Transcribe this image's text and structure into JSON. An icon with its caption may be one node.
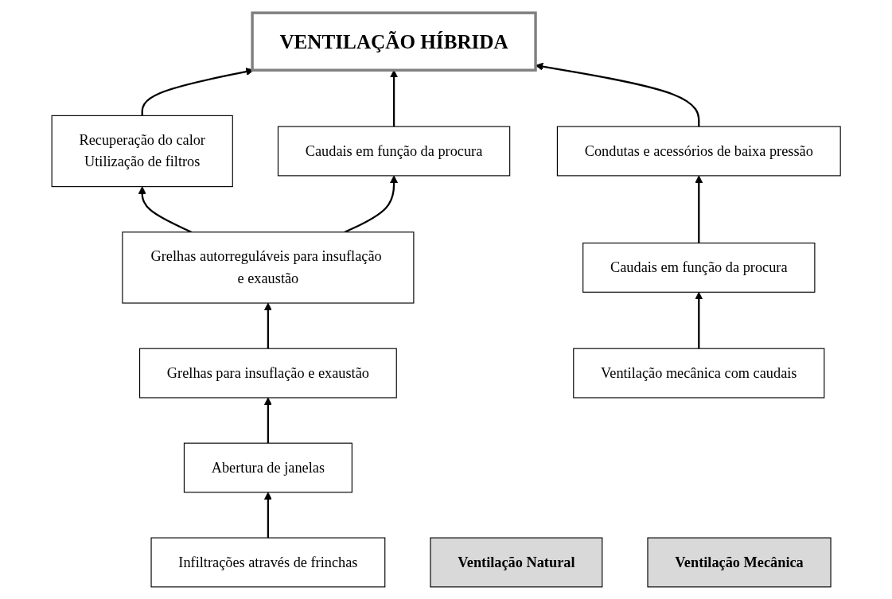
{
  "diagram": {
    "nodes": [
      {
        "text": [
          "VENTILAÇÃO HÍBRIDA"
        ]
      },
      {
        "text": [
          "Recuperação do calor",
          "Utilização de filtros"
        ]
      },
      {
        "text": [
          "Caudais em função da procura"
        ]
      },
      {
        "text": [
          "Grelhas autorreguláveis para insuflação e exaustão"
        ]
      },
      {
        "text": [
          "Grelhas para insuflação e exaustão"
        ]
      },
      {
        "text": [
          "Abertura de janelas"
        ]
      },
      {
        "text": [
          "Infiltrações através de frinchas"
        ]
      },
      {
        "text": [
          "Ventilação Natural"
        ]
      },
      {
        "text": [
          "Condutas e acessórios de baixa pressão"
        ]
      },
      {
        "text": [
          "Caudais em função da procura"
        ]
      },
      {
        "text": [
          "Ventilação mecânica com caudais"
        ]
      },
      {
        "text": [
          "Ventilação Mecânica"
        ]
      }
    ],
    "edges": [
      {
        "from": 1,
        "to": 0,
        "arrow": "to"
      },
      {
        "from": 2,
        "to": 0,
        "arrow": "to"
      },
      {
        "from": 8,
        "to": 0,
        "arrow": "to"
      },
      {
        "from": 3,
        "to": 1,
        "arrow": "to"
      },
      {
        "from": 3,
        "to": 2,
        "arrow": "to"
      },
      {
        "from": 4,
        "to": 3,
        "arrow": "to"
      },
      {
        "from": 5,
        "to": 4,
        "arrow": "to"
      },
      {
        "from": 6,
        "to": 5,
        "arrow": "to"
      },
      {
        "from": 9,
        "to": 8,
        "arrow": "to"
      },
      {
        "from": 10,
        "to": 9,
        "arrow": "to"
      }
    ]
  }
}
